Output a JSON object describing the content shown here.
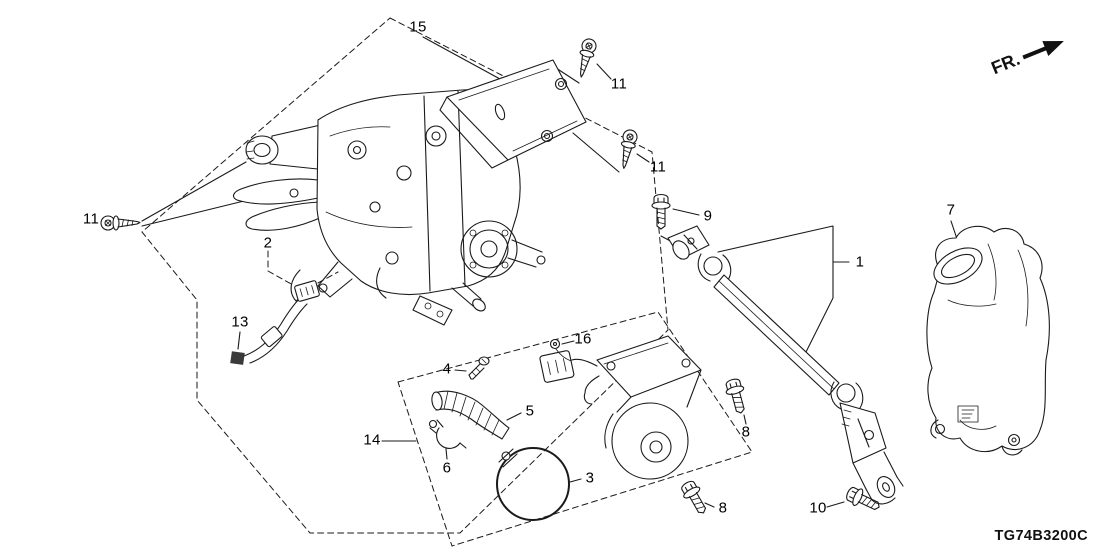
{
  "colors": {
    "background": "#ffffff",
    "line": "#1a1a1a"
  },
  "fr_indicator": {
    "label": "FR."
  },
  "diagram_code": "TG74B3200C",
  "callouts": [
    {
      "part": "15",
      "label": "15"
    },
    {
      "part": "11",
      "label": "11"
    },
    {
      "part": "11",
      "label": "11"
    },
    {
      "part": "11",
      "label": "11"
    },
    {
      "part": "9",
      "label": "9"
    },
    {
      "part": "1",
      "label": "1"
    },
    {
      "part": "7",
      "label": "7"
    },
    {
      "part": "2",
      "label": "2"
    },
    {
      "part": "13",
      "label": "13"
    },
    {
      "part": "16",
      "label": "16"
    },
    {
      "part": "4",
      "label": "4"
    },
    {
      "part": "5",
      "label": "5"
    },
    {
      "part": "14",
      "label": "14"
    },
    {
      "part": "6",
      "label": "6"
    },
    {
      "part": "3",
      "label": "3"
    },
    {
      "part": "8",
      "label": "8"
    },
    {
      "part": "8",
      "label": "8"
    },
    {
      "part": "10",
      "label": "10"
    }
  ]
}
